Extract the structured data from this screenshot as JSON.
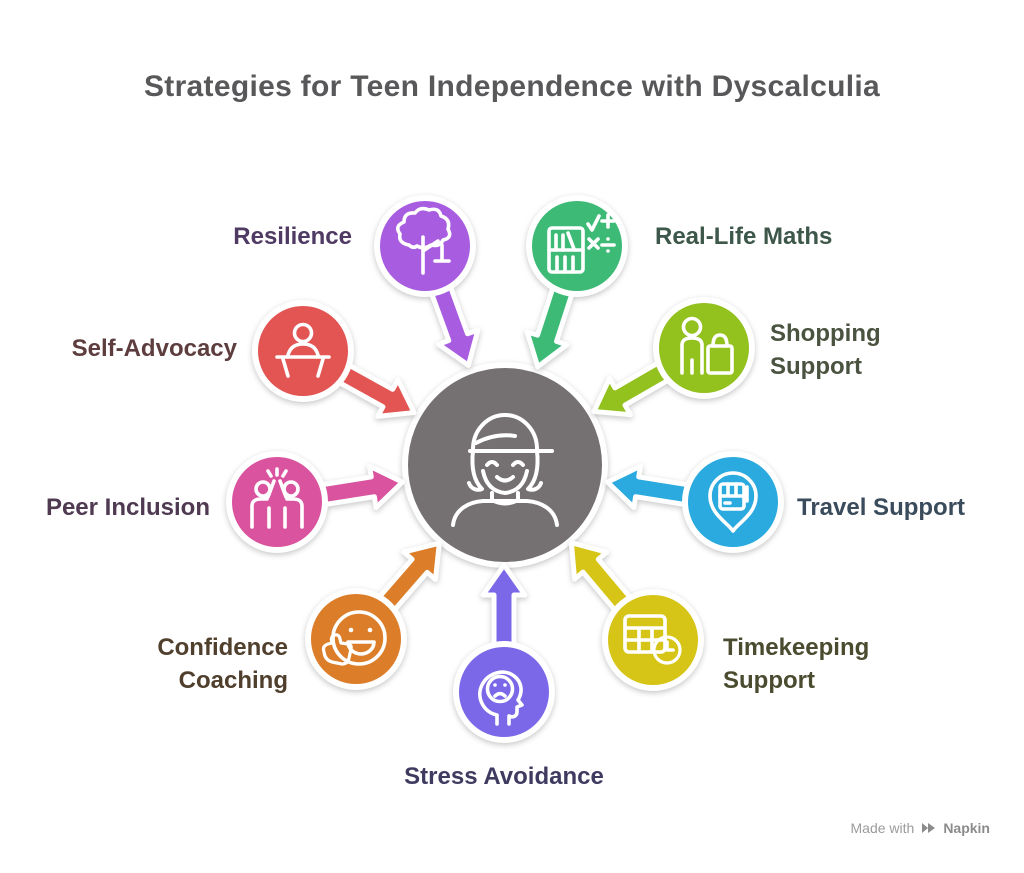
{
  "title": {
    "text": "Strategies for Teen Independence with Dyscalculia",
    "color": "#58585a"
  },
  "center": {
    "icon": "teen-with-cap-icon",
    "color": "#757172"
  },
  "items": [
    {
      "id": "resilience",
      "label": "Resilience",
      "color": "#a85ce0",
      "label_color": "#4e3a63",
      "icon": "tree-icon"
    },
    {
      "id": "real-life-maths",
      "label": "Real-Life Maths",
      "color": "#3dbb76",
      "label_color": "#3d574a",
      "icon": "bookshelf-maths-icon"
    },
    {
      "id": "self-advocacy",
      "label": "Self-Advocacy",
      "color": "#e25553",
      "label_color": "#5d3d3d",
      "icon": "speaker-podium-icon"
    },
    {
      "id": "shopping-support",
      "label": "Shopping Support",
      "color": "#93c11e",
      "label_color": "#4a5340",
      "icon": "person-shopping-bag-icon"
    },
    {
      "id": "peer-inclusion",
      "label": "Peer Inclusion",
      "color": "#d9539f",
      "label_color": "#4f3a52",
      "icon": "high-five-icon"
    },
    {
      "id": "travel-support",
      "label": "Travel Support",
      "color": "#2aaade",
      "label_color": "#3a4b5c",
      "icon": "bus-map-pin-icon"
    },
    {
      "id": "confidence-coaching",
      "label": "Confidence Coaching",
      "color": "#dc7e29",
      "label_color": "#503f2d",
      "icon": "smiley-thumbs-up-icon"
    },
    {
      "id": "timekeeping-support",
      "label": "Timekeeping Support",
      "color": "#d6c517",
      "label_color": "#4b4b30",
      "icon": "timetable-clock-icon"
    },
    {
      "id": "stress-avoidance",
      "label": "Stress Avoidance",
      "color": "#7b68e9",
      "label_color": "#3f3b60",
      "icon": "stressed-head-icon"
    }
  ],
  "watermark": {
    "prefix": "Made with",
    "brand": "Napkin",
    "color": "#8b8b8b"
  }
}
